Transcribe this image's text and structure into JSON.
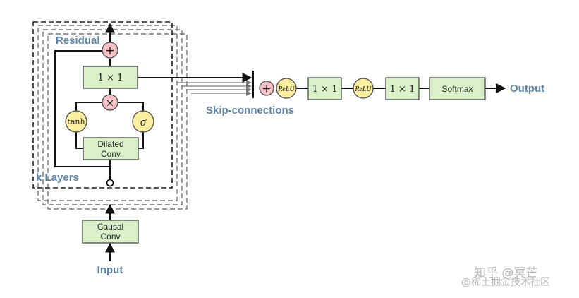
{
  "labels": {
    "residual": "Residual",
    "k_layers": "k Layers",
    "skip_connections": "Skip-connections",
    "input": "Input",
    "output": "Output"
  },
  "blocks": {
    "conv_1x1_layer": "1 × 1",
    "dilated_conv_line1": "Dilated",
    "dilated_conv_line2": "Conv",
    "causal_conv_line1": "Causal",
    "causal_conv_line2": "Conv",
    "post_conv_1": "1 × 1",
    "post_conv_2": "1 × 1",
    "softmax": "Softmax"
  },
  "ops": {
    "add": "+",
    "multiply": "×",
    "tanh": "tanh",
    "sigma": "σ",
    "relu": "ReLU"
  },
  "watermark": {
    "line1": "知乎 @冥芒",
    "line2": "@稀土掘金技术社区"
  },
  "colors": {
    "block_fill": "#d9f0c8",
    "op_pink": "#f6c1c7",
    "op_yellow": "#fbeea0",
    "label_blue": "#5f86a6"
  }
}
